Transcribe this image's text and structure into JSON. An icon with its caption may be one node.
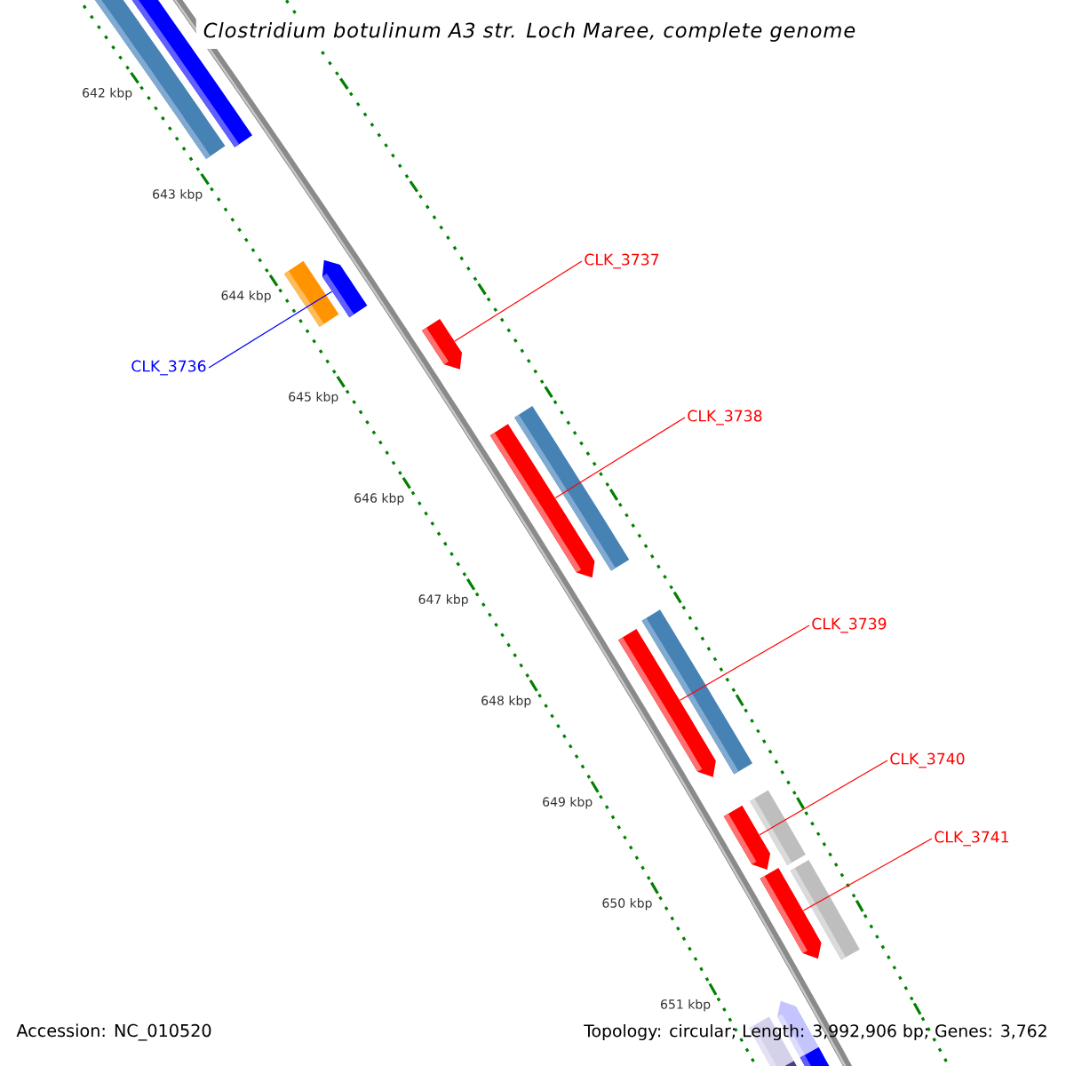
{
  "diagram": {
    "title": "Clostridium botulinum A3 str. Loch Maree, complete genome",
    "nodes": [
      {
        "text": [
          "CLK_3737"
        ]
      },
      {
        "text": [
          "CLK_3736"
        ]
      },
      {
        "text": [
          "CLK_3738"
        ]
      },
      {
        "text": [
          "CLK_3739"
        ]
      },
      {
        "text": [
          "CLK_3740"
        ]
      },
      {
        "text": [
          "CLK_3741"
        ]
      },
      {
        "text": [],
        "shape": "bar"
      },
      {
        "text": [],
        "shape": "bar"
      },
      {
        "text": [],
        "shape": "bar"
      },
      {
        "text": [],
        "shape": "bar"
      },
      {
        "text": [],
        "shape": "bar"
      },
      {
        "text": [],
        "shape": "bar"
      }
    ],
    "edges": [
      {
        "from": 0,
        "to": 7,
        "arrow": "none"
      },
      {
        "from": 1,
        "to": 6,
        "arrow": "none",
        "color": "#0000ff"
      },
      {
        "from": 2,
        "to": 8,
        "arrow": "none"
      },
      {
        "from": 3,
        "to": 9,
        "arrow": "none"
      },
      {
        "from": 4,
        "to": 10,
        "arrow": "none"
      },
      {
        "from": 5,
        "to": 11,
        "arrow": "none"
      }
    ],
    "labels": [
      "642 kbp",
      "643 kbp",
      "644 kbp",
      "645 kbp",
      "646 kbp",
      "647 kbp",
      "648 kbp",
      "649 kbp",
      "650 kbp",
      "651 kbp",
      "Accession: NC_010520",
      "Topology: circular; Length: 3,992,906 bp; Genes: 3,762"
    ]
  }
}
